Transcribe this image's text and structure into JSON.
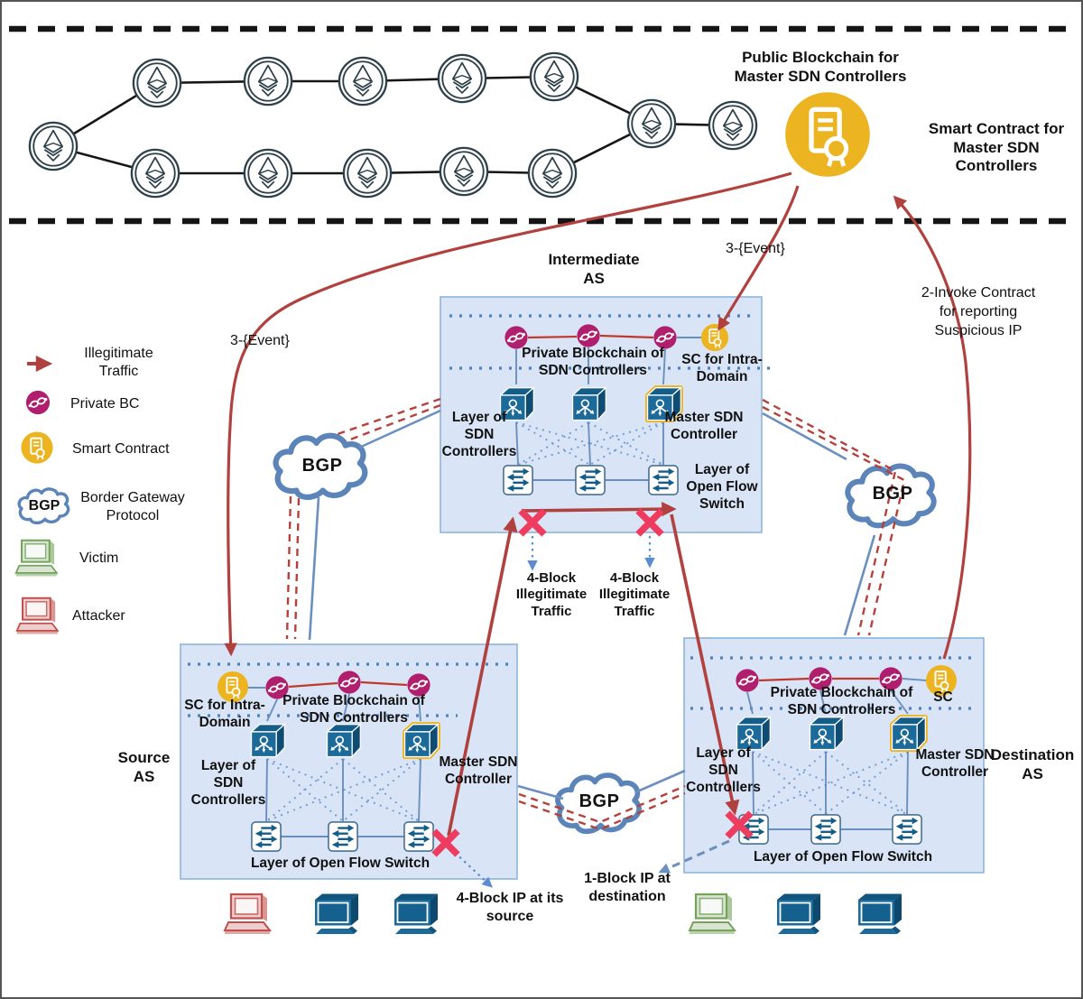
{
  "top_band": {
    "public_blockchain_label": "Public Blockchain for Master SDN Controllers",
    "smart_contract_label": "Smart Contract for Master SDN Controllers"
  },
  "legend": {
    "illegitimate_traffic": "Illegitimate Traffic",
    "private_bc": "Private BC",
    "smart_contract": "Smart Contract",
    "border_gateway": "Border Gateway Protocol",
    "victim": "Victim",
    "attacker": "Attacker",
    "bgp": "BGP"
  },
  "clouds": {
    "left": "BGP",
    "right": "BGP",
    "bottom": "BGP"
  },
  "as_boxes": {
    "intermediate": {
      "title": "Intermediate AS",
      "private_bc": "Private Blockchain of SDN Controllers",
      "sc": "SC for Intra-Domain",
      "sdn_layer": "Layer of SDN Controllers",
      "master": "Master SDN Controller",
      "switch_layer": "Layer of Open Flow Switch"
    },
    "source": {
      "title": "Source AS",
      "private_bc": "Private Blockchain of SDN Controllers",
      "sc": "SC for Intra-Domain",
      "sdn_layer": "Layer of SDN Controllers",
      "master": "Master SDN Controller",
      "switch_layer": "Layer of Open Flow Switch"
    },
    "destination": {
      "title": "Destination AS",
      "private_bc": "Private Blockchain of SDN Controllers",
      "sc": "SC",
      "sdn_layer": "Layer of SDN Controllers",
      "master": "Master SDN Controller",
      "switch_layer": "Layer of Open Flow Switch"
    }
  },
  "annotations": {
    "event_left": "3-{Event}",
    "event_right": "3-{Event}",
    "invoke_contract": "2-Invoke Contract for reporting Suspicious IP",
    "block_traffic_left": "4-Block Illegitimate Traffic",
    "block_traffic_right": "4-Block Illegitimate Traffic",
    "block_ip_source": "4-Block IP at its source",
    "block_ip_destination": "1-Block IP at destination"
  },
  "colors": {
    "accent_red": "#b0413e",
    "x_mark": "#ee3b60",
    "magenta": "#b01e6e",
    "yellow": "#edb421",
    "box_fill": "#d9e5f6",
    "box_border": "#8fb4d8",
    "blue_line": "#6b8fbf",
    "cloud_stroke": "#5b84b8",
    "cube_blue": "#1b6a99",
    "victim_green": "#76a35c",
    "attacker_red": "#c0504d"
  }
}
